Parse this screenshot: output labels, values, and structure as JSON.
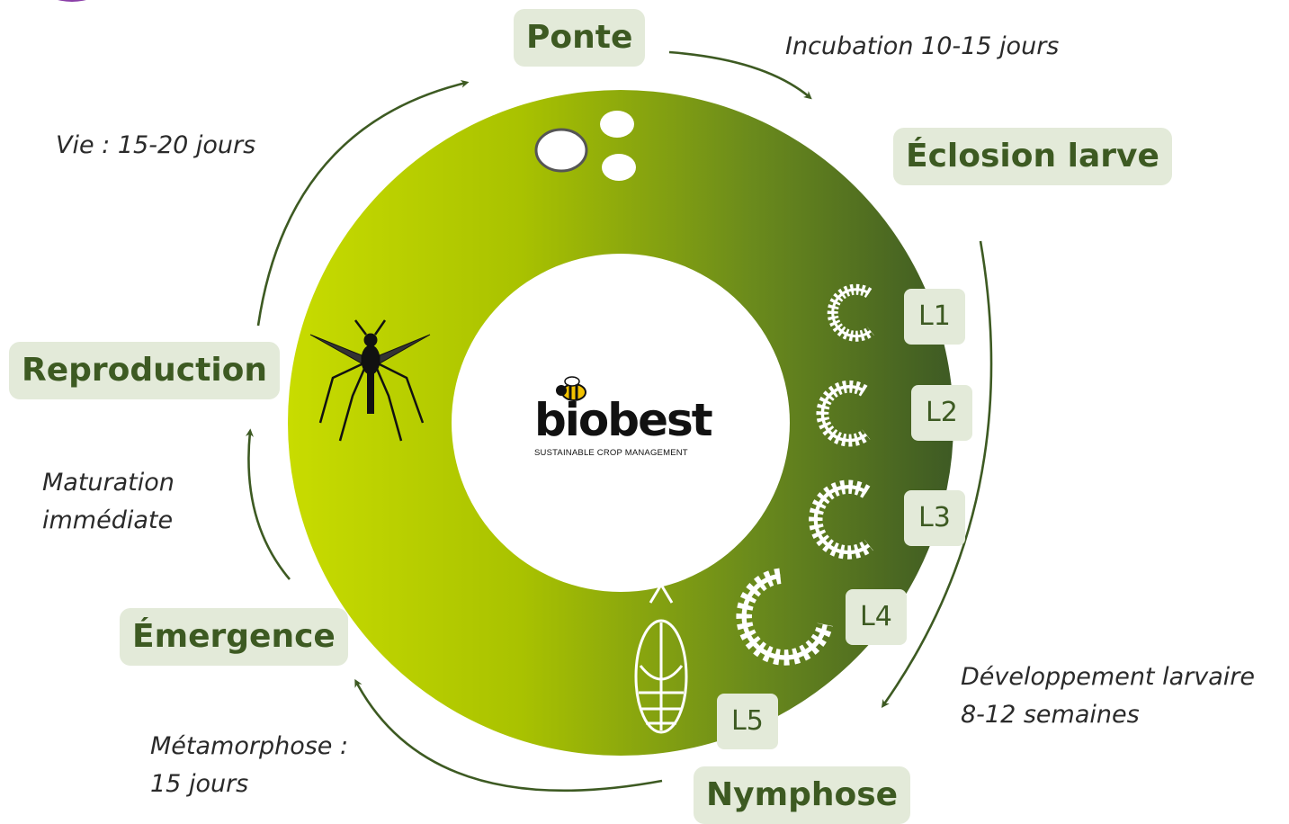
{
  "stages": {
    "ponte": "Ponte",
    "eclosion": "Éclosion larve",
    "nymphose": "Nymphose",
    "emergence": "Émergence",
    "reproduction": "Reproduction"
  },
  "larval_stages": [
    "L1",
    "L2",
    "L3",
    "L4",
    "L5"
  ],
  "notes": {
    "incubation": "Incubation 10-15 jours",
    "vie": "Vie : 15-20 jours",
    "developpement_line1": "Développement larvaire",
    "developpement_line2": "8-12 semaines",
    "metamorphose_line1": "Métamorphose :",
    "metamorphose_line2": "15 jours",
    "maturation_line1": "Maturation",
    "maturation_line2": "immédiate"
  },
  "logo": {
    "name": "biobest",
    "tagline": "SUSTAINABLE CROP MANAGEMENT"
  },
  "colors": {
    "ring_light": "#c8dc00",
    "ring_dark": "#3e5a24",
    "label_bg": "#e3ead9",
    "label_text": "#3d5a22",
    "arrow": "#3d5a22"
  },
  "icons": [
    "eggs-icon",
    "larva-icon",
    "pupa-icon",
    "adult-fly-icon",
    "bee-icon"
  ]
}
